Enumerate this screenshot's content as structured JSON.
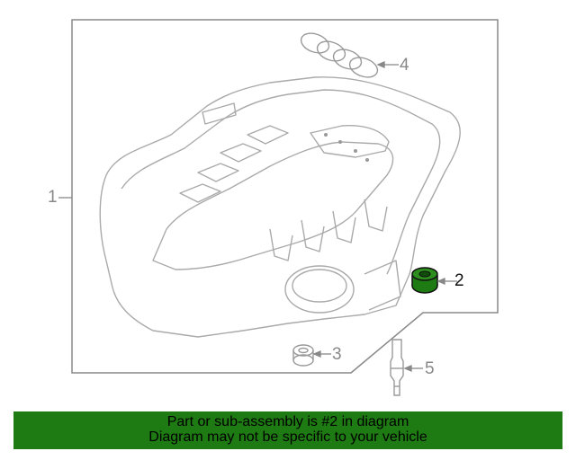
{
  "callouts": {
    "c1": "1",
    "c2": "2",
    "c3": "3",
    "c4": "4",
    "c5": "5"
  },
  "banner": {
    "line1": "Part or sub-assembly is #2 in diagram",
    "line2": "Diagram may not be specific to your vehicle"
  },
  "colors": {
    "outline": "#888888",
    "highlight_part": "#1e7a12",
    "banner": "#1e7a12"
  }
}
